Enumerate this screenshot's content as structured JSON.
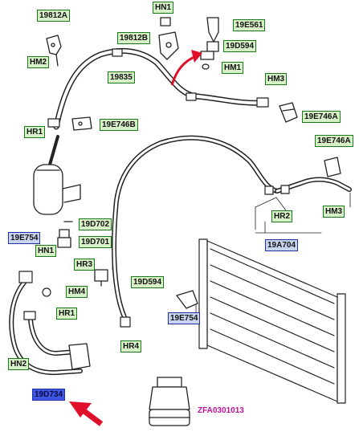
{
  "labels": {
    "l19812A": "19812A",
    "lHN1a": "HN1",
    "l19E561": "19E561",
    "l19812B": "19812B",
    "l19D594a": "19D594",
    "lHM2": "HM2",
    "lHM1": "HM1",
    "l19835": "19835",
    "lHM3a": "HM3",
    "l19E746A_a": "19E746A",
    "lHR1a": "HR1",
    "l19E746B": "19E746B",
    "l19E746A_b": "19E746A",
    "lHR2": "HR2",
    "lHM3b": "HM3",
    "l19A704": "19A704",
    "l19D702": "19D702",
    "l19E754a": "19E754",
    "l19D701": "19D701",
    "lHN1b": "HN1",
    "lHR3": "HR3",
    "l19D594b": "19D594",
    "lHM4": "HM4",
    "lHR1b": "HR1",
    "l19E754b": "19E754",
    "lHR4": "HR4",
    "lHN2": "HN2",
    "l19D734": "19D734"
  },
  "part_number": "ZFA0301013",
  "colors": {
    "label_green_bg": "#d8f0c8",
    "label_green_border": "#1a7a1a",
    "label_blue_bg": "#c8d4f0",
    "label_selected_bg": "#3f57e6",
    "arrow_red": "#e0102a",
    "part_number": "#c0109a"
  }
}
